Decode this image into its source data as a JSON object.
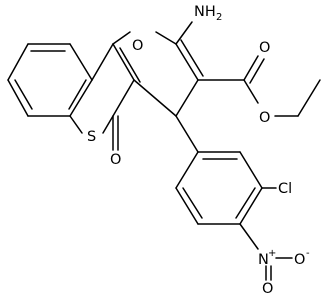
{
  "molecule": {
    "labels": {
      "amine": "NH",
      "amine_subscript": "2",
      "ring_oxygen": "O",
      "carbonyl_oxygen_ester": "O",
      "ester_oxygen": "O",
      "ring_sulfur": "S",
      "ketone_oxygen": "O",
      "chlorine": "Cl",
      "nitro_nitrogen": "N",
      "nitro_nitrogen_charge": "+",
      "nitro_oxygen_double": "O",
      "nitro_oxygen_single": "O",
      "nitro_oxygen_charge": "-"
    },
    "colors": {
      "bond": "#000000",
      "text": "#000000",
      "background": "#ffffff"
    }
  }
}
